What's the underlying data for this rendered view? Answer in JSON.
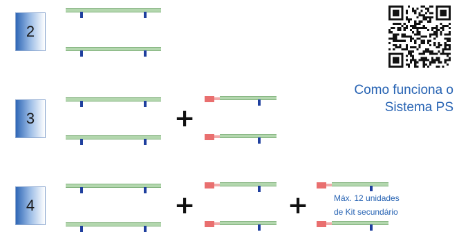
{
  "rows": [
    {
      "number": "2"
    },
    {
      "number": "3"
    },
    {
      "number": "4"
    }
  ],
  "plus_symbol": "+",
  "caption": {
    "line1": "Como funciona o",
    "line2": "Sistema PS"
  },
  "note": {
    "line1": "Máx. 12 unidades",
    "line2": "de Kit secundário"
  },
  "colors": {
    "badge_dark": "#2f67b6",
    "rail_fill": "#b3d7ae",
    "post": "#1f3f9e",
    "cap": "#e96f6f",
    "text_blue": "#2763b3"
  },
  "icons": [
    "qr-code-icon"
  ]
}
